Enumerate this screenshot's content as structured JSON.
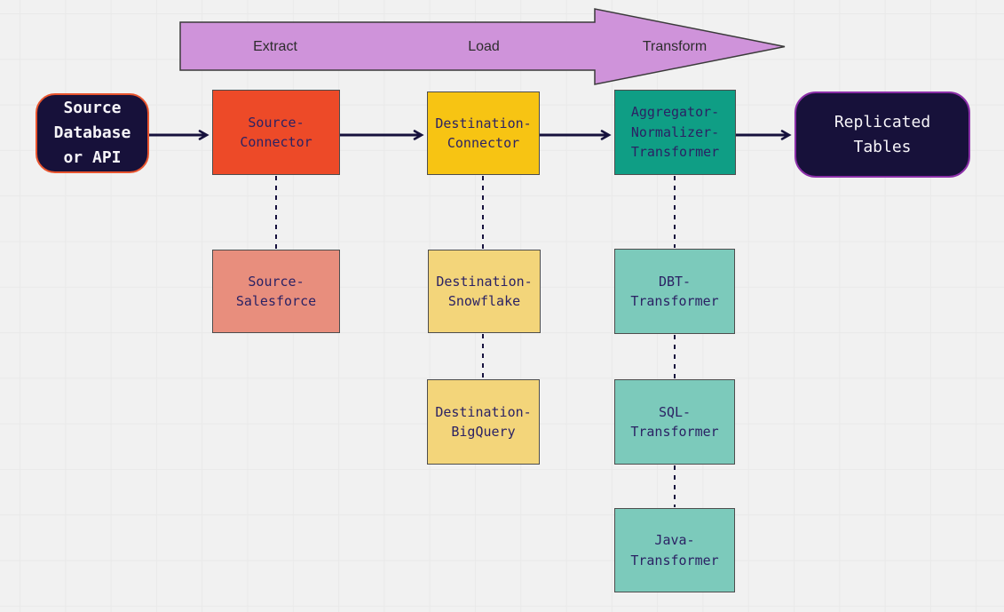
{
  "diagram": {
    "kind": "ELT data pipeline flow",
    "phase_arrow": {
      "labels": [
        "Extract",
        "Load",
        "Transform"
      ],
      "fill": "#cf93da",
      "outline": "#3b3b3b"
    },
    "nodes": {
      "source_db": {
        "label": "Source\nDatabase\nor API"
      },
      "source_connector": {
        "label": "Source-\nConnector"
      },
      "destination_connector": {
        "label": "Destination-\nConnector"
      },
      "aggregator": {
        "label": "Aggregator-\nNormalizer-\nTransformer"
      },
      "replicated_tables": {
        "label": "Replicated\nTables"
      },
      "source_salesforce": {
        "label": "Source-\nSalesforce"
      },
      "destination_snowflake": {
        "label": "Destination-\nSnowflake"
      },
      "destination_bigquery": {
        "label": "Destination-\nBigQuery"
      },
      "dbt_transformer": {
        "label": "DBT-\nTransformer"
      },
      "sql_transformer": {
        "label": "SQL-\nTransformer"
      },
      "java_transformer": {
        "label": "Java-\nTransformer"
      }
    },
    "flow_order": [
      "source_db",
      "source_connector",
      "destination_connector",
      "aggregator",
      "replicated_tables"
    ],
    "variant_links": {
      "source_connector": [
        "source_salesforce"
      ],
      "destination_connector": [
        "destination_snowflake",
        "destination_bigquery"
      ],
      "aggregator": [
        "dbt_transformer",
        "sql_transformer",
        "java_transformer"
      ]
    },
    "colors": {
      "background": "#f1f1f1",
      "grid_line": "#e9e9e9",
      "flow_line": "#16113d",
      "pill_fill": "#17113a",
      "pill_text": "#f6f4f8",
      "source_pill_border": "#e8542e",
      "replicated_pill_border": "#8b2fa8",
      "source_connector_fill": "#ed4a28",
      "source_sub_fill": "#e88e7d",
      "destination_connector_fill": "#f7c413",
      "destination_sub_fill": "#f3d57a",
      "transformer_fill": "#0f9e85",
      "transformer_sub_fill": "#7ccabb",
      "node_text": "#2b2264",
      "node_border": "#4d4d4d"
    }
  }
}
